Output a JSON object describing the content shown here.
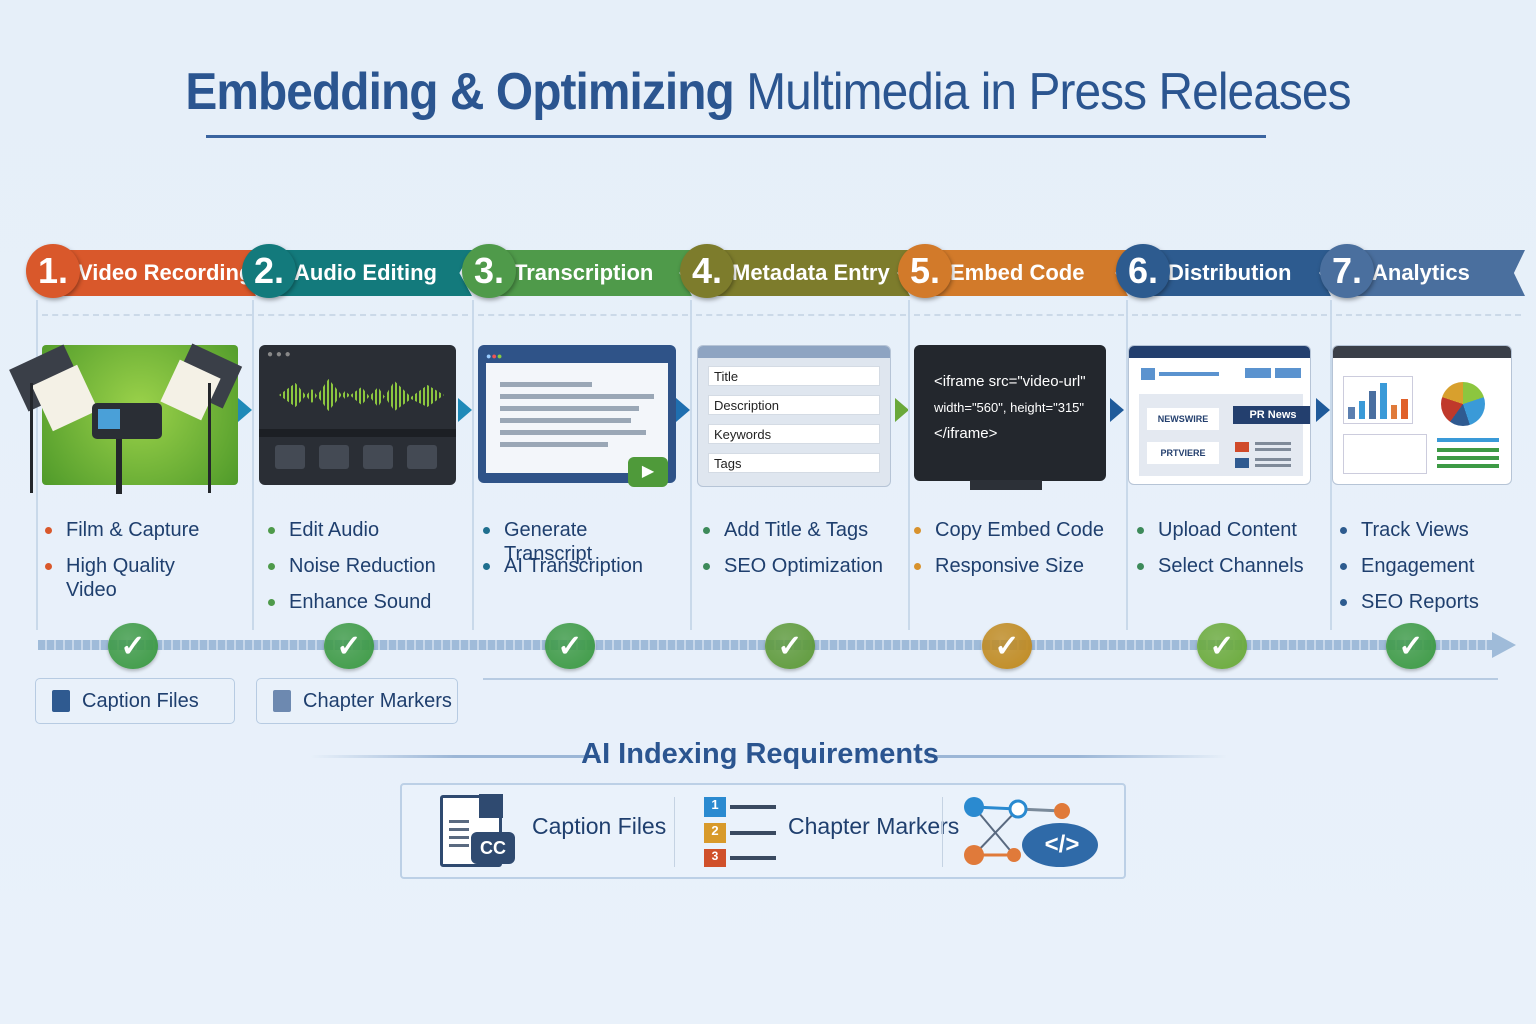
{
  "title": {
    "part1": "Embedding & Optimizing",
    "part2": "Multimedia in Press Releases"
  },
  "steps": [
    {
      "num": "1.",
      "label": "Video Recording",
      "color": "#d9582b",
      "dot": "#d9582b",
      "check": "#3d9a45",
      "bullets": [
        "Film & Capture",
        "High Quality Video"
      ]
    },
    {
      "num": "2.",
      "label": "Audio Editing",
      "color": "#137a7c",
      "dot": "#4e9a4a",
      "check": "#3d9a45",
      "bullets": [
        "Edit Audio",
        "Noise Reduction",
        "Enhance Sound"
      ]
    },
    {
      "num": "3.",
      "label": "Transcription",
      "color": "#4f9a4a",
      "dot": "#1f6f8f",
      "check": "#3d9a45",
      "bullets": [
        "Generate Transcript",
        "AI Transcription"
      ]
    },
    {
      "num": "4.",
      "label": "Metadata Entry",
      "color": "#7d7c2c",
      "dot": "#3d8a5a",
      "check": "#5e9a3a",
      "bullets": [
        "Add Title & Tags",
        "SEO Optimization"
      ]
    },
    {
      "num": "5.",
      "label": "Embed Code",
      "color": "#d27a2a",
      "dot": "#d8922d",
      "check": "#c08a20",
      "bullets": [
        "Copy Embed Code",
        "Responsive Size"
      ]
    },
    {
      "num": "6.",
      "label": "Distribution",
      "color": "#2d5b8f",
      "dot": "#3d8a5a",
      "check": "#6aaa3a",
      "bullets": [
        "Upload Content",
        "Select Channels"
      ]
    },
    {
      "num": "7.",
      "label": "Analytics",
      "color": "#4a6f9e",
      "dot": "#2d5b8f",
      "check": "#3d9a45",
      "bullets": [
        "Track Views",
        "Engagement",
        "SEO Reports"
      ]
    }
  ],
  "metadata_fields": [
    "Title",
    "Description",
    "Keywords",
    "Tags"
  ],
  "embed_code": [
    "<iframe src=\"video-url\"",
    "width=\"560\", height=\"315\"",
    "</iframe>"
  ],
  "distribution": {
    "outlets": [
      "NEWSWIRE",
      "PR News",
      "PRTVIERE"
    ]
  },
  "chips": [
    "Caption Files",
    "Chapter Markers"
  ],
  "ai_indexing": {
    "title": "AI Indexing Requirements",
    "caption_icon_text": "CC",
    "items": [
      "Caption Files",
      "Chapter Markers"
    ],
    "chapter_numbers": [
      "1",
      "2",
      "3"
    ],
    "code_icon_text": "</>"
  }
}
